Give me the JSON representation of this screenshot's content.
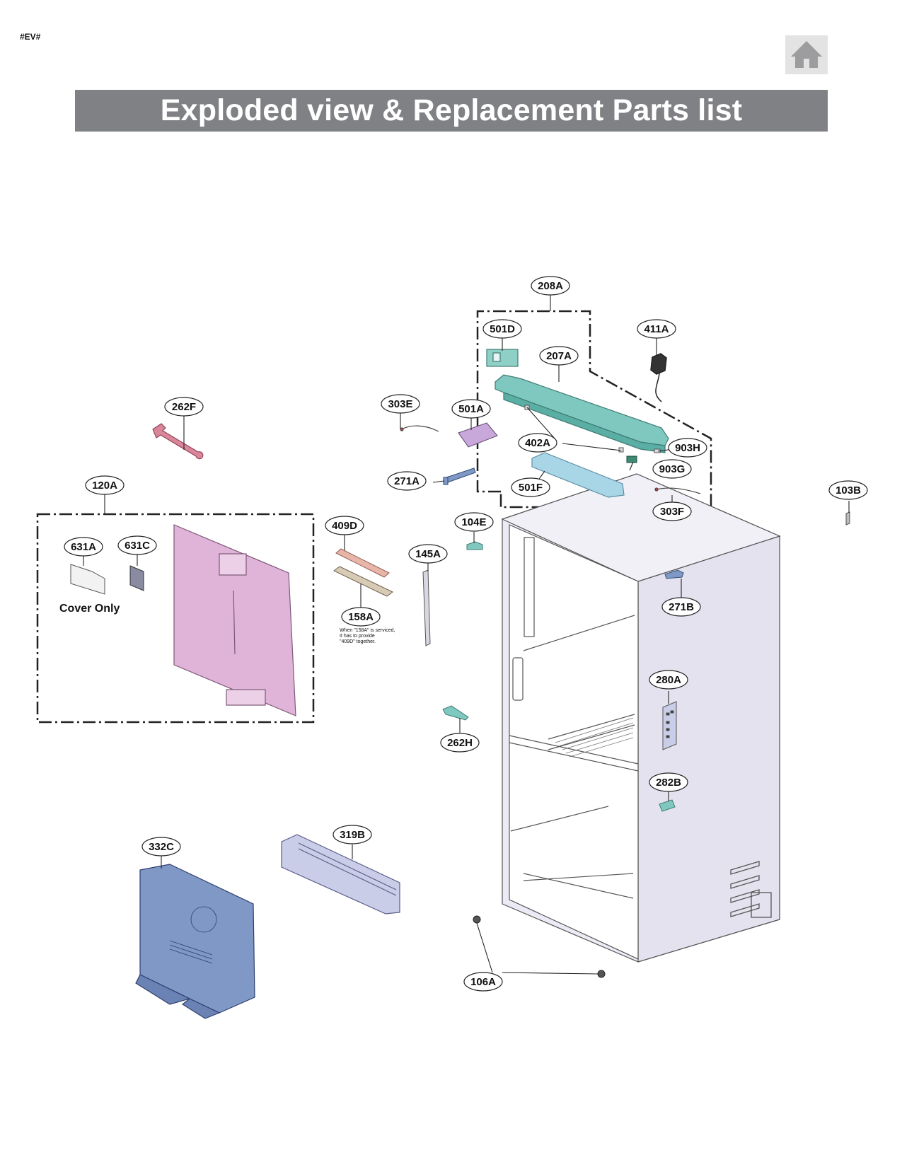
{
  "page": {
    "tag": "#EV#",
    "title": "Exploded view & Replacement Parts list",
    "home_icon": "home-icon"
  },
  "colors": {
    "banner": "#808184",
    "teal_part": "#7fc8c0",
    "light_blue_part": "#a9d6e6",
    "pink_part": "#e0b4d8",
    "red_pink_part": "#d9869a",
    "blue_part": "#7f98c6",
    "lavender_part": "#c9cde8",
    "cabinet": "#eceaf4"
  },
  "parts": {
    "p208A": "208A",
    "p501D": "501D",
    "p411A": "411A",
    "p207A": "207A",
    "p303E": "303E",
    "p501A": "501A",
    "p262F": "262F",
    "p402A": "402A",
    "p903H": "903H",
    "p903G": "903G",
    "p271A": "271A",
    "p501F": "501F",
    "p120A": "120A",
    "p303F": "303F",
    "p103B": "103B",
    "p409D": "409D",
    "p104E": "104E",
    "p631A": "631A",
    "p631C": "631C",
    "p145A": "145A",
    "p271B": "271B",
    "p158A": "158A",
    "p280A": "280A",
    "p262H": "262H",
    "p282B": "282B",
    "p319B": "319B",
    "p332C": "332C",
    "p106A": "106A"
  },
  "notes": {
    "cover_only": "Cover Only",
    "note_158A_1": "When \"158A\" is serviced,",
    "note_158A_2": "It has to provide",
    "note_158A_3": "\"409D\" together."
  }
}
